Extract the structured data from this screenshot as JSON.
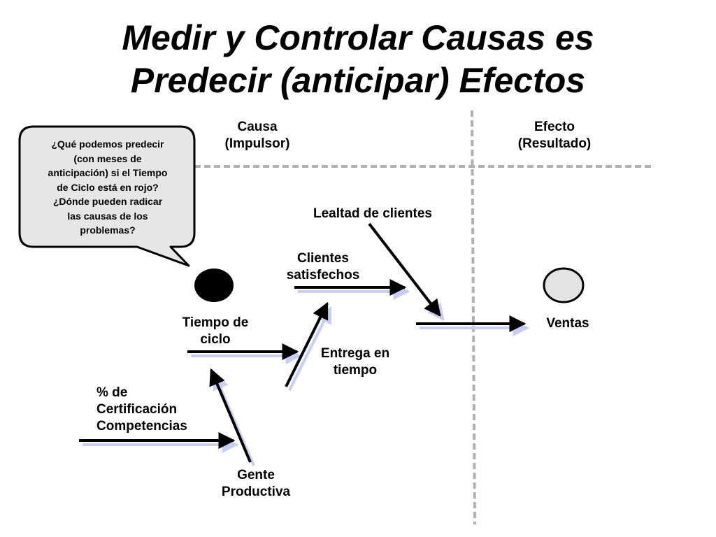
{
  "title": {
    "line1": "Medir y Controlar Causas es",
    "line2": "Predecir (anticipar) Efectos"
  },
  "columns": {
    "cause": {
      "line1": "Causa",
      "line2": "(Impulsor)"
    },
    "effect": {
      "line1": "Efecto",
      "line2": "(Resultado)"
    }
  },
  "callout": {
    "lines": [
      "¿Qué podemos predecir",
      "(con meses de",
      "anticipación) si el Tiempo",
      "de Ciclo está en rojo?",
      "¿Dónde pueden radicar",
      "las causas de los",
      "problemas?"
    ]
  },
  "nodes": {
    "lealtad": "Lealtad de clientes",
    "clientes": {
      "line1": "Clientes",
      "line2": "satisfechos"
    },
    "tiempo_ciclo": {
      "line1": "Tiempo de",
      "line2": "ciclo"
    },
    "entrega": {
      "line1": "Entrega en",
      "line2": "tiempo"
    },
    "certificacion": {
      "line1": "% de",
      "line2": "Certificación",
      "line3": "Competencias"
    },
    "gente": {
      "line1": "Gente",
      "line2": "Productiva"
    },
    "ventas": "Ventas"
  },
  "colors": {
    "arrow": "#000000",
    "arrow_shadow": "#c9cdf2",
    "divider": "#b0b0b0",
    "callout_fill": "#e6e6e6",
    "cause_marker": "#000000",
    "effect_marker": "#e3e3e3"
  }
}
